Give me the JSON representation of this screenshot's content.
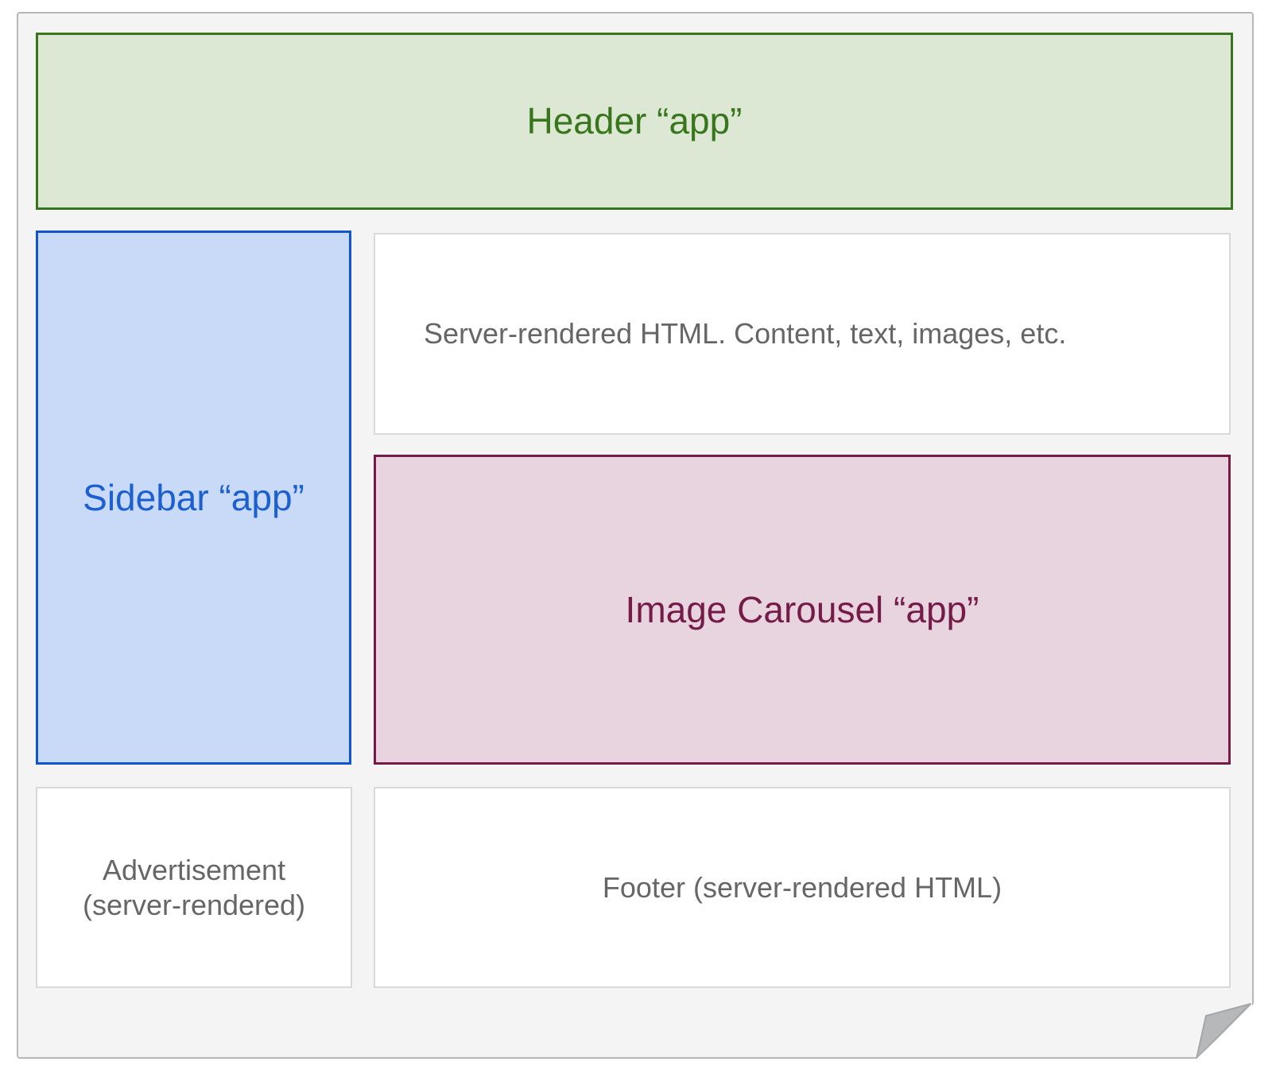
{
  "page": {
    "header_app": {
      "label": "Header “app”",
      "fill": "#dce8d3",
      "border_color": "#38761d",
      "text_color": "#38761d"
    },
    "sidebar_app": {
      "label": "Sidebar “app”",
      "fill": "#c9daf8",
      "border_color": "#1155cc",
      "text_color": "#1c5fd1"
    },
    "server_content": {
      "label": "Server-rendered HTML. Content, text, images, etc.",
      "fill": "#ffffff",
      "border_color": "#d9d9d9",
      "text_color": "#666666"
    },
    "image_carousel_app": {
      "label": "Image Carousel “app”",
      "fill": "#e8d4de",
      "border_color": "#741b47",
      "text_color": "#741b47"
    },
    "advertisement": {
      "line1": "Advertisement",
      "line2": "(server-rendered)",
      "fill": "#ffffff",
      "border_color": "#d9d9d9",
      "text_color": "#666666"
    },
    "footer": {
      "label": "Footer (server-rendered HTML)",
      "fill": "#ffffff",
      "border_color": "#d9d9d9",
      "text_color": "#666666"
    },
    "paper": {
      "fill": "#f4f4f4",
      "border_color": "#b5b7b9",
      "fold_color": "#b6b8ba"
    }
  }
}
